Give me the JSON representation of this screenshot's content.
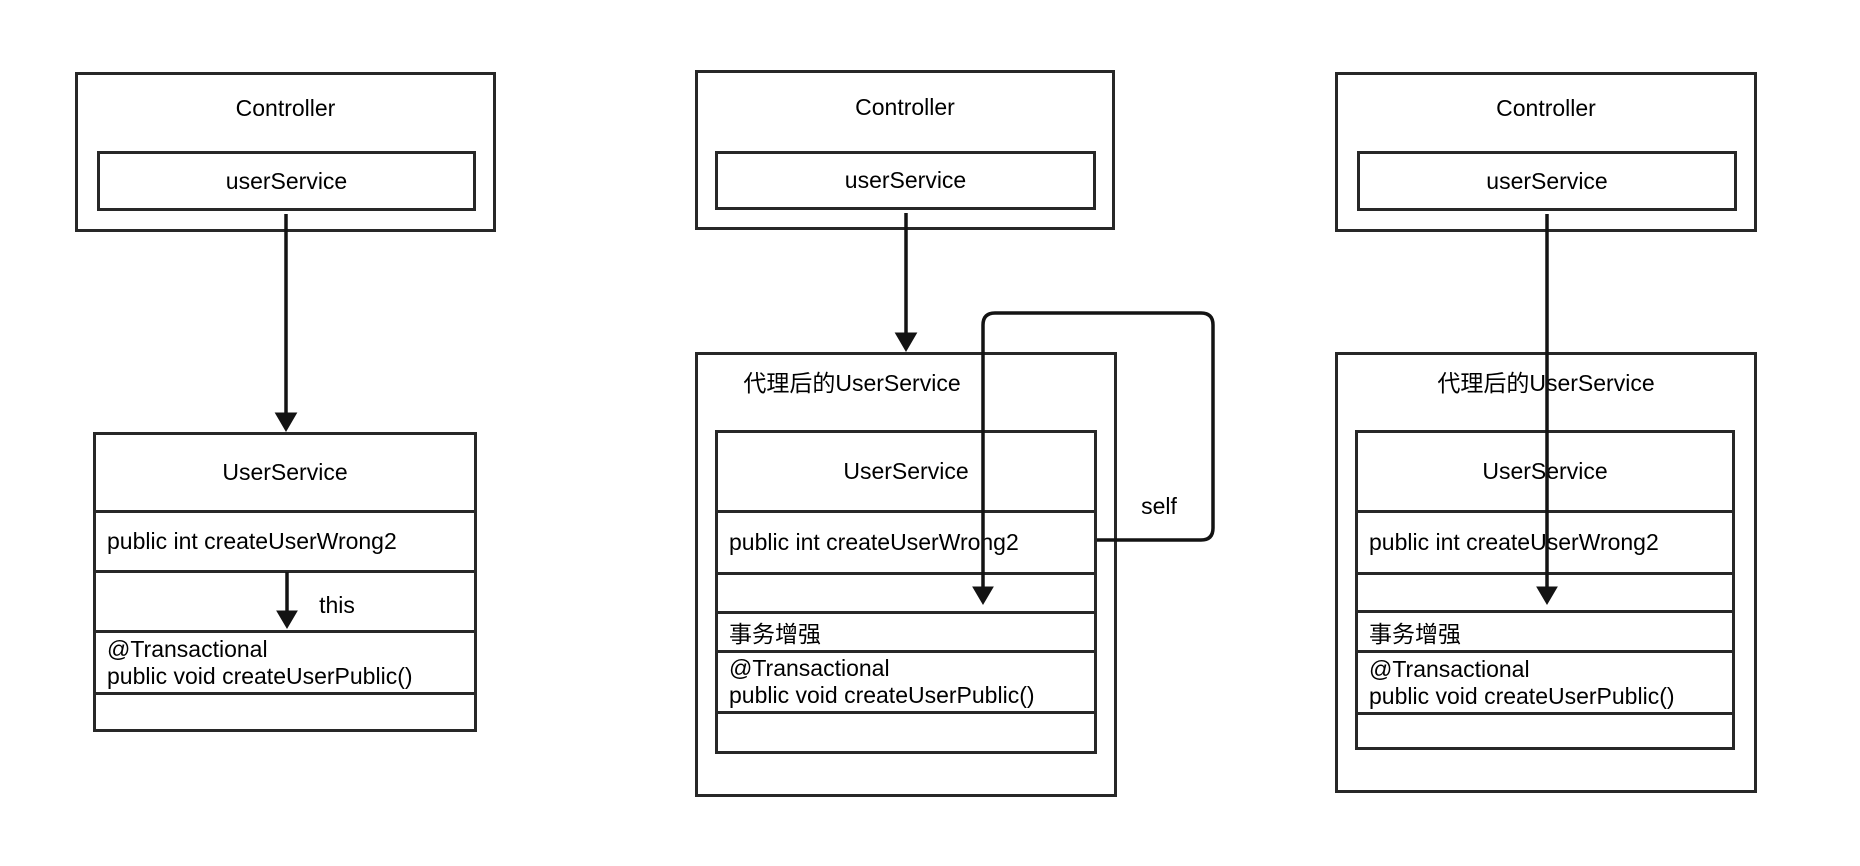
{
  "diagram": {
    "colors": {
      "background": "#ffffff",
      "line": "#222222",
      "text": "#000000"
    },
    "panels": {
      "left": {
        "controller_title": "Controller",
        "userservice_field": "userService",
        "class_title": "UserService",
        "method_wrong": "public int createUserWrong2",
        "annotation": "@Transactional",
        "method_public": "public void createUserPublic()",
        "arrow_label": "this"
      },
      "middle": {
        "controller_title": "Controller",
        "userservice_field": "userService",
        "proxy_title": "代理后的UserService",
        "class_title": "UserService",
        "method_wrong": "public int createUserWrong2",
        "enhancement": "事务增强",
        "annotation": "@Transactional",
        "method_public": "public void createUserPublic()",
        "arrow_label": "self"
      },
      "right": {
        "controller_title": "Controller",
        "userservice_field": "userService",
        "proxy_title": "代理后的UserService",
        "class_title": "UserService",
        "method_wrong": "public int createUserWrong2",
        "enhancement": "事务增强",
        "annotation": "@Transactional",
        "method_public": "public void createUserPublic()"
      }
    }
  }
}
